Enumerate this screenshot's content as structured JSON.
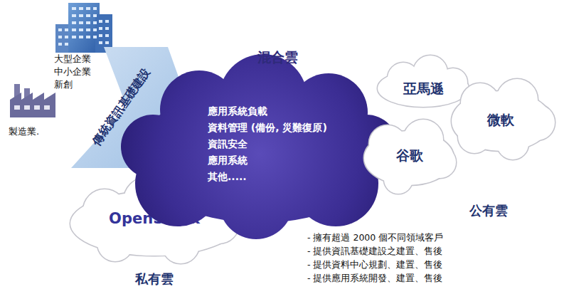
{
  "diagram": {
    "nodes": [
      {
        "text": [
          "傳統資訊基礎建設"
        ]
      },
      {
        "text": [
          "混合雲",
          "應用系統負載",
          "資料管理 (備份, 災難復原)",
          "資訊安全",
          "應用系統",
          "其他....."
        ]
      },
      {
        "text": [
          "亞馬遜"
        ]
      },
      {
        "text": [
          "微軟"
        ]
      },
      {
        "text": [
          "谷歌"
        ]
      },
      {
        "text": [
          "OpenStack"
        ]
      }
    ],
    "labels": [
      "大型企業",
      "中小企業",
      "新創",
      "製造業.",
      "公有雲",
      "私有雲",
      "- 擁有超過 2000 個不同領域客戶",
      "- 提供資訊基礎建設之建置、售後",
      "- 提供資料中心規劃、建置、售後",
      "- 提供應用系統開發、建置、售後"
    ]
  }
}
